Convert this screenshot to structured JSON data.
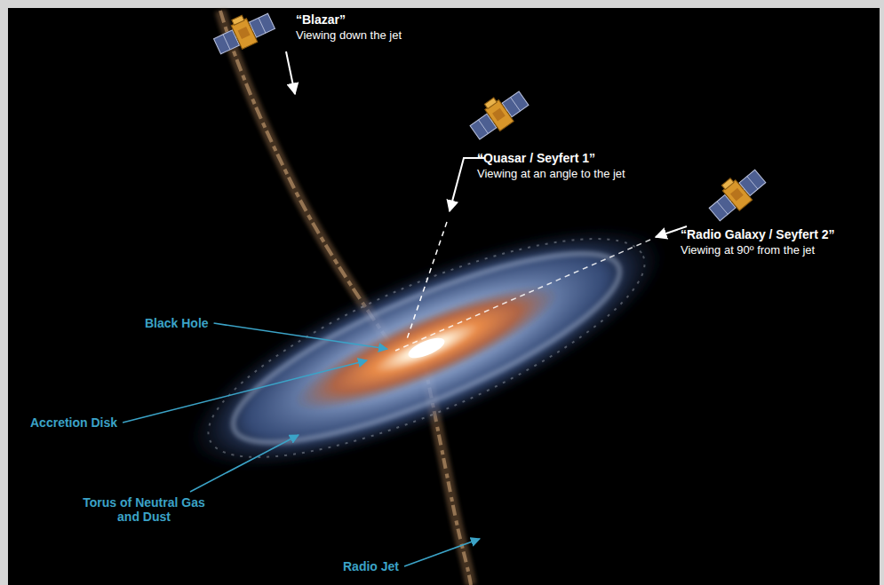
{
  "diagram": {
    "labels": [
      "“Blazar”",
      "Viewing down the jet",
      "“Quasar / Seyfert 1”",
      "Viewing at an angle to the jet",
      "“Radio Galaxy / Seyfert 2”",
      "Viewing at 90º from the jet",
      "Black Hole",
      "Accretion Disk",
      "Torus of Neutral Gas and Dust",
      "Radio Jet"
    ]
  }
}
